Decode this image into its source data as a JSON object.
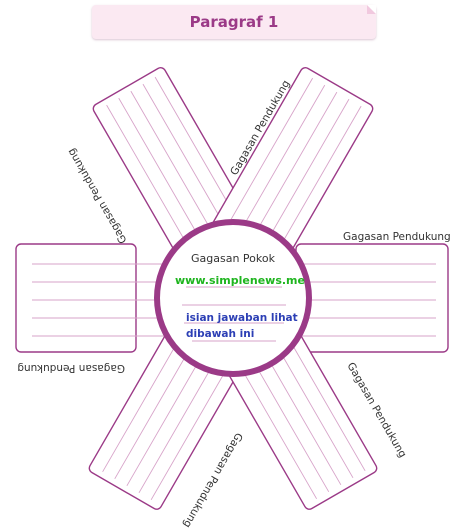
{
  "header": {
    "title": "Paragraf 1"
  },
  "center": {
    "title": "Gagasan Pokok",
    "website": "www.simplenews.me",
    "answer_line1": "isian jawaban lihat",
    "answer_line2": "dibawah ini"
  },
  "supporting_labels": [
    "Gagasan Pendukung",
    "Gagasan Pendukung",
    "Gagasan Pendukung",
    "Gagasan Pendukung",
    "Gagasan Pendukung",
    "Gagasan Pendukung"
  ],
  "colors": {
    "accent": "#9b3a87",
    "panel_border": "#9b3a87",
    "panel_line": "#d7a3c9",
    "website": "#1fb51f",
    "answer": "#2c3fb5"
  }
}
